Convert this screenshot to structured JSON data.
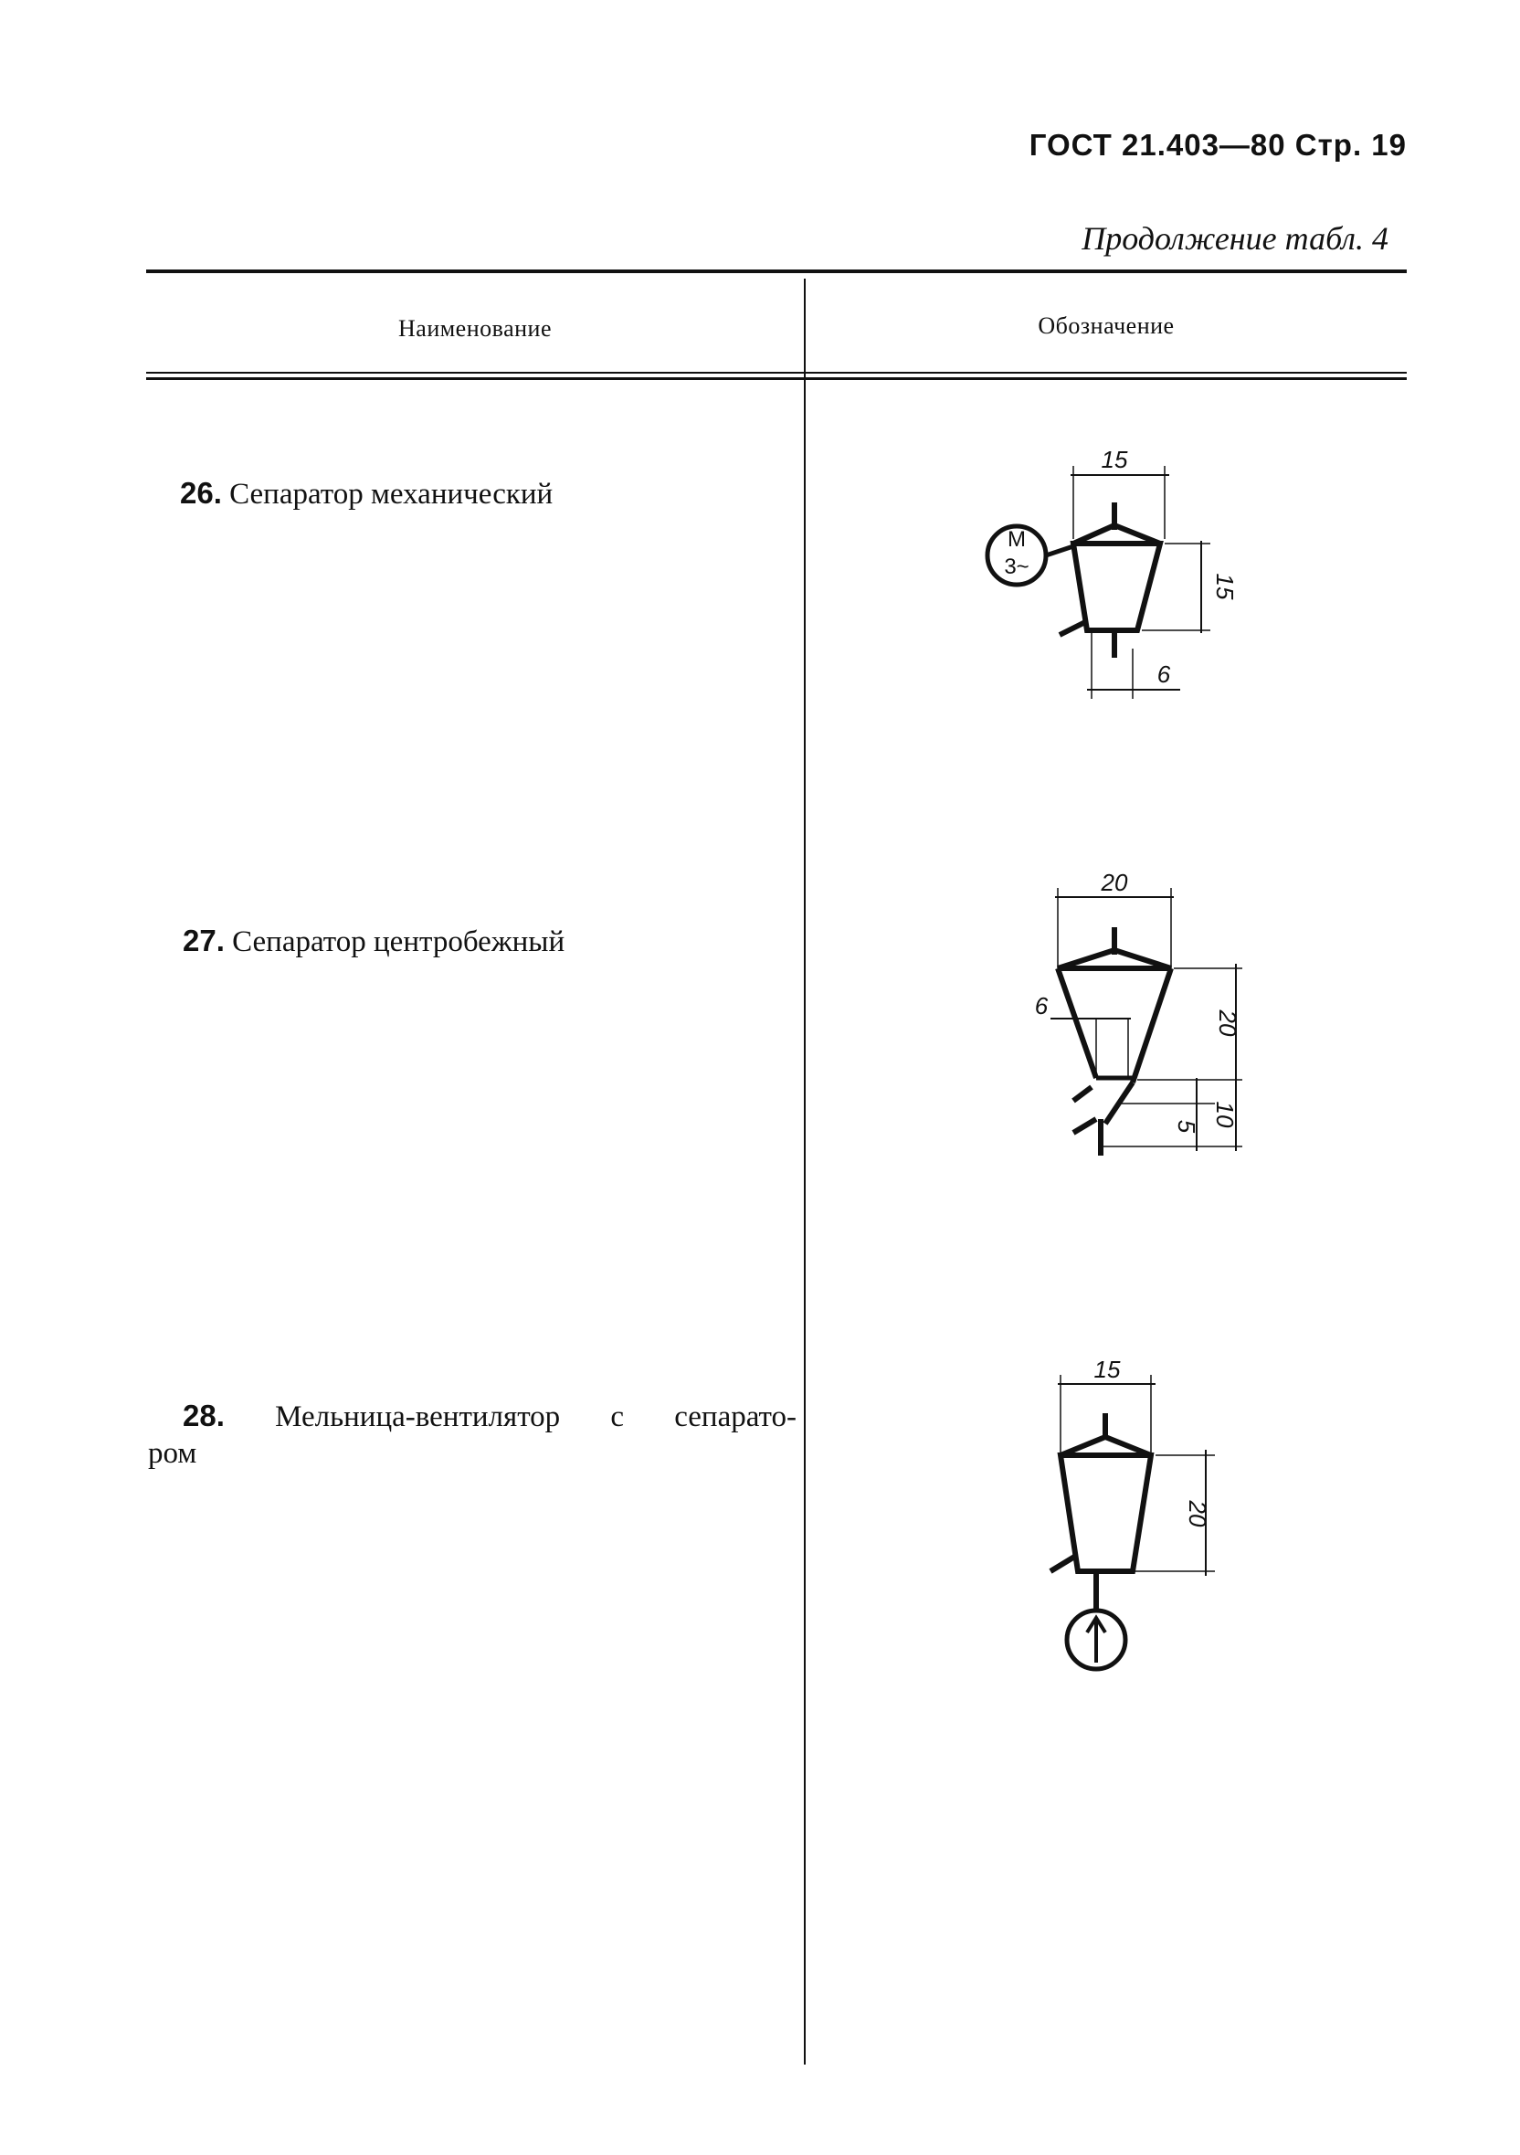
{
  "header": {
    "standard": "ГОСТ 21.403—80 Стр. 19",
    "continuation": "Продолжение табл. 4"
  },
  "table": {
    "columns": [
      "Наименование",
      "Обозначение"
    ],
    "rows": [
      {
        "number": "26.",
        "name": "Сепаратор механический",
        "symbol": {
          "type": "mechanical-separator",
          "motor_label_top": "М",
          "motor_label_bottom": "3~",
          "dims": [
            "15",
            "15",
            "6"
          ]
        }
      },
      {
        "number": "27.",
        "name": "Сепаратор центробежный",
        "symbol": {
          "type": "centrifugal-separator",
          "dims": [
            "20",
            "20",
            "6",
            "5",
            "10"
          ]
        }
      },
      {
        "number": "28.",
        "name_line1": "Мельница-вентилятор с сепарато-",
        "name_line2": "ром",
        "symbol": {
          "type": "mill-fan-separator",
          "dims": [
            "15",
            "20"
          ]
        }
      }
    ]
  }
}
